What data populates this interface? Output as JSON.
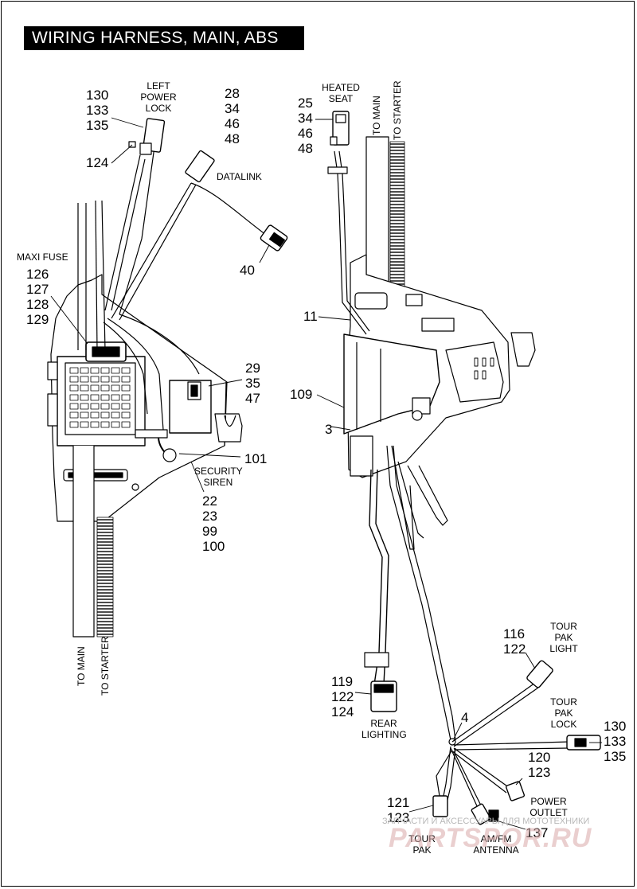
{
  "title": "WIRING HARNESS, MAIN, ABS",
  "left_view": {
    "left_power_lock": {
      "label": "LEFT\nPOWER\nLOCK",
      "parts": "130\n133\n135",
      "part_124": "124"
    },
    "datalink": {
      "label": "DATALINK",
      "parts": "28\n34\n46\n48",
      "part_40": "40"
    },
    "maxi_fuse": {
      "label": "MAXI FUSE",
      "parts": "126\n127\n128\n129"
    },
    "relay_parts": "29\n35\n47",
    "part_101": "101",
    "security_siren": {
      "label": "SECURITY\nSIREN",
      "parts": "22\n23\n99\n100"
    },
    "to_main": "TO MAIN",
    "to_starter": "TO STARTER"
  },
  "right_view": {
    "heated_seat": {
      "label": "HEATED\nSEAT",
      "parts": "25\n34\n46\n48"
    },
    "to_main": "TO MAIN",
    "to_starter": "TO STARTER",
    "part_11": "11",
    "part_109": "109",
    "part_3": "3",
    "rear_lighting": {
      "label": "REAR\nLIGHTING",
      "parts": "119\n122\n124"
    },
    "tour_pak_light": {
      "label": "TOUR\nPAK\nLIGHT",
      "parts": "116\n122"
    },
    "part_4": "4",
    "tour_pak_lock": {
      "label": "TOUR\nPAK\nLOCK",
      "parts": "130\n133\n135"
    },
    "power_outlet": {
      "label": "POWER\nOUTLET",
      "parts": "120\n123"
    },
    "tour_pak": {
      "label": "TOUR\nPAK",
      "parts": "121\n123"
    },
    "am_fm_antenna": {
      "label": "AM/FM\nANTENNA",
      "part": "137"
    }
  },
  "watermark": {
    "line1": "ЗАПЧАСТИ И АКСЕССУАРЫ ДЛЯ МОТОТЕХНИКИ",
    "line2": "PARTSPOR.RU"
  }
}
